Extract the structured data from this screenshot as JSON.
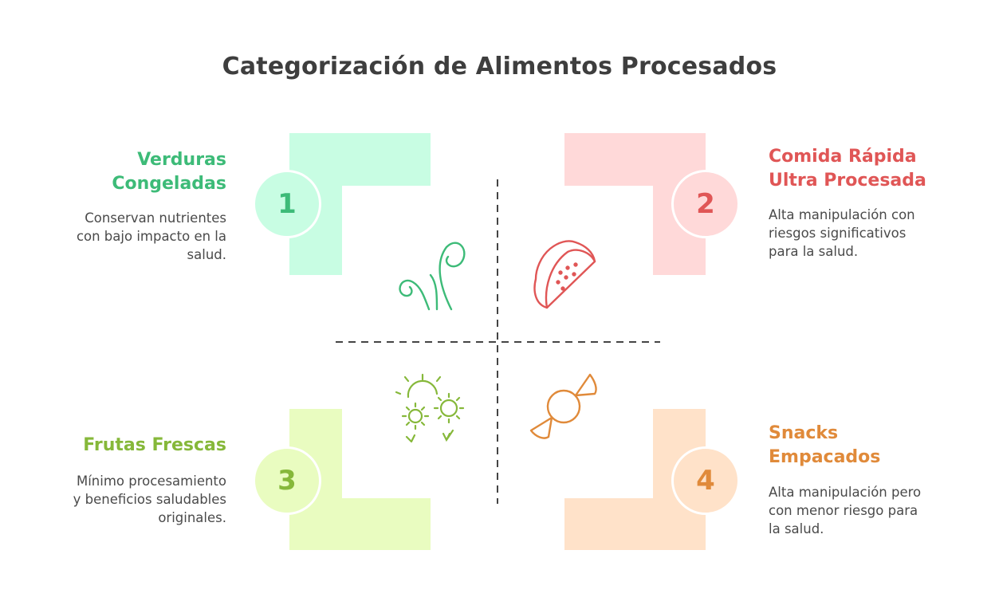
{
  "title": "Categorización de Alimentos Procesados",
  "quadrants": [
    {
      "number": "1",
      "title_line1": "Verduras",
      "title_line2": "Congeladas",
      "desc_line1": "Conservan nutrientes",
      "desc_line2": "con bajo impacto en la",
      "desc_line3": "salud.",
      "icon": "sprout-icon",
      "accent": "#3dbb78",
      "fill": "#c8fde3",
      "circle_fill": "#c8fde3"
    },
    {
      "number": "2",
      "title_line1": "Comida Rápida",
      "title_line2": "Ultra Procesada",
      "desc_line1": "Alta manipulación con",
      "desc_line2": "riesgos significativos",
      "desc_line3": "para la salud.",
      "icon": "taco-icon",
      "accent": "#e05656",
      "fill": "#ffd9d9",
      "circle_fill": "#ffd9d9"
    },
    {
      "number": "3",
      "title_line1": "Frutas Frescas",
      "title_line2": "",
      "desc_line1": "Mínimo procesamiento",
      "desc_line2": "y beneficios saludables",
      "desc_line3": "originales.",
      "icon": "flowers-icon",
      "accent": "#86b83a",
      "fill": "#e9fcc0",
      "circle_fill": "#e9fcc0"
    },
    {
      "number": "4",
      "title_line1": "Snacks",
      "title_line2": "Empacados",
      "desc_line1": "Alta manipulación pero",
      "desc_line2": "con menor riesgo para",
      "desc_line3": "la salud.",
      "icon": "candy-icon",
      "accent": "#e08a3a",
      "fill": "#ffe2c9",
      "circle_fill": "#ffe2c9"
    }
  ]
}
